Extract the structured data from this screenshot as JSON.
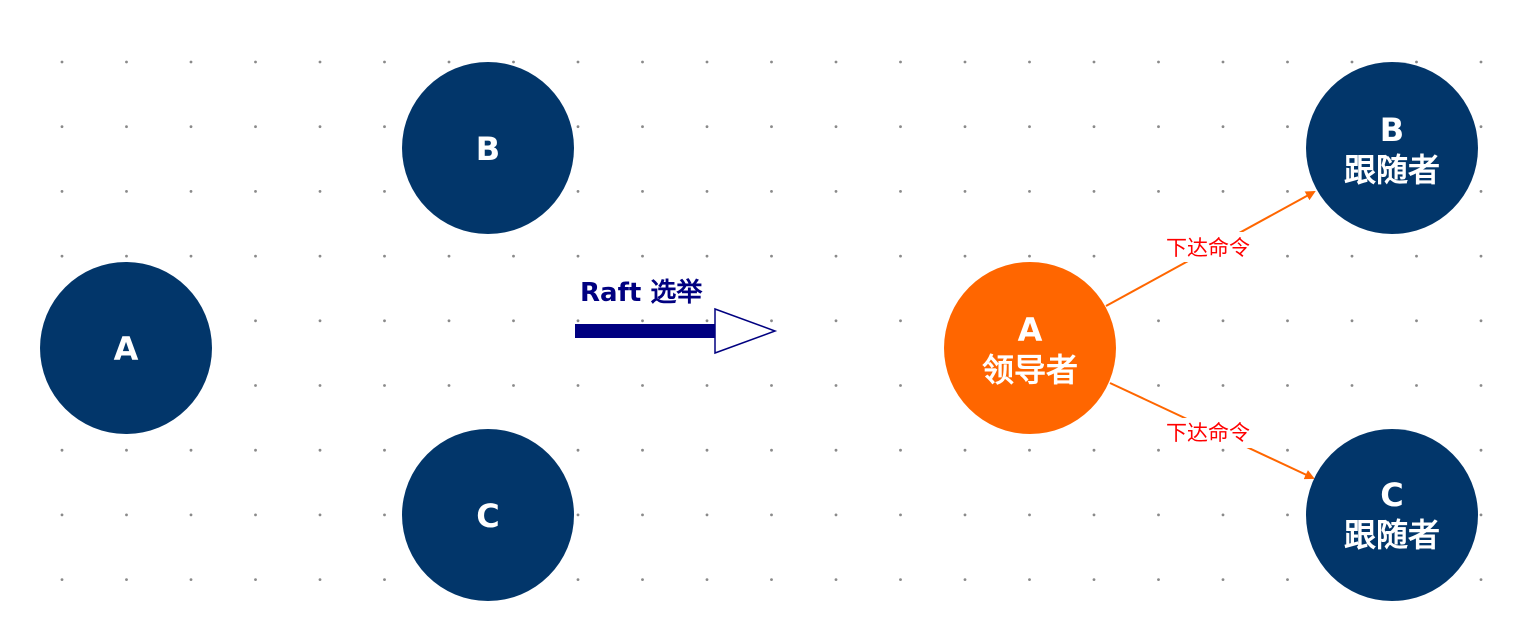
{
  "colors": {
    "node": "#02366A",
    "leader_node": "#FF6600",
    "command_arrow": "#FF6600",
    "command_text": "#FF0000",
    "transition_arrow": "#000080",
    "grid_dots": "#8A8A8A"
  },
  "before": {
    "nodes": [
      {
        "id": "A",
        "label": "A"
      },
      {
        "id": "B",
        "label": "B"
      },
      {
        "id": "C",
        "label": "C"
      }
    ]
  },
  "transition": {
    "label": "Raft 选举"
  },
  "after": {
    "leader": {
      "id": "A",
      "name": "A",
      "role": "领导者"
    },
    "followers": [
      {
        "id": "B",
        "name": "B",
        "role": "跟随者"
      },
      {
        "id": "C",
        "name": "C",
        "role": "跟随者"
      }
    ],
    "commands": [
      {
        "from": "A",
        "to": "B",
        "label": "下达命令"
      },
      {
        "from": "A",
        "to": "C",
        "label": "下达命令"
      }
    ]
  }
}
